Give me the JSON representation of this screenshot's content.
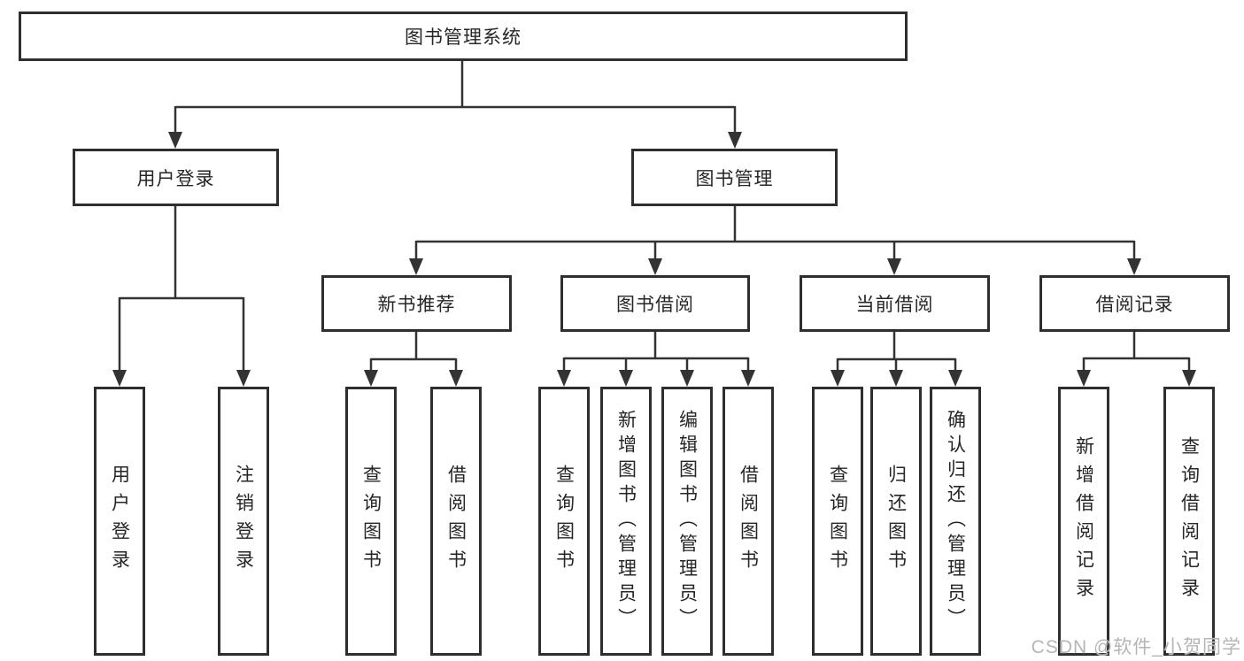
{
  "tree": {
    "root": {
      "label": "图书管理系统",
      "children": [
        {
          "label": "用户登录",
          "children": [
            {
              "label": "用户登录"
            },
            {
              "label": "注销登录"
            }
          ]
        },
        {
          "label": "图书管理",
          "children": [
            {
              "label": "新书推荐",
              "children": [
                {
                  "label": "查询图书"
                },
                {
                  "label": "借阅图书"
                }
              ]
            },
            {
              "label": "图书借阅",
              "children": [
                {
                  "label": "查询图书"
                },
                {
                  "label": "新增图书（管理员）"
                },
                {
                  "label": "编辑图书（管理员）"
                },
                {
                  "label": "借阅图书"
                }
              ]
            },
            {
              "label": "当前借阅",
              "children": [
                {
                  "label": "查询图书"
                },
                {
                  "label": "归还图书"
                },
                {
                  "label": "确认归还（管理员）"
                }
              ]
            },
            {
              "label": "借阅记录",
              "children": [
                {
                  "label": "新增借阅记录"
                },
                {
                  "label": "查询借阅记录"
                }
              ]
            }
          ]
        }
      ]
    }
  },
  "watermark": {
    "text": "CSDN @软件_小贺同学"
  },
  "colors": {
    "line": "#333333",
    "box_border": "#2e2e2e",
    "text": "#262626",
    "watermark": "#b5b5b5",
    "background": "#ffffff"
  }
}
